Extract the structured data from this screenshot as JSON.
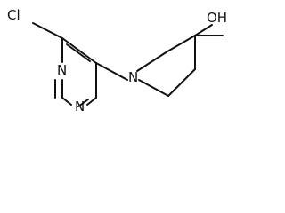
{
  "molecule": {
    "atom_labels": {
      "chlorine": "Cl",
      "ring_nitrogen_1": "N",
      "ring_nitrogen_2": "N",
      "piperidine_nitrogen": "N",
      "hydroxyl": "OH"
    },
    "colors": {
      "bond": "#111111",
      "label": "#111111",
      "background": "#ffffff"
    }
  }
}
